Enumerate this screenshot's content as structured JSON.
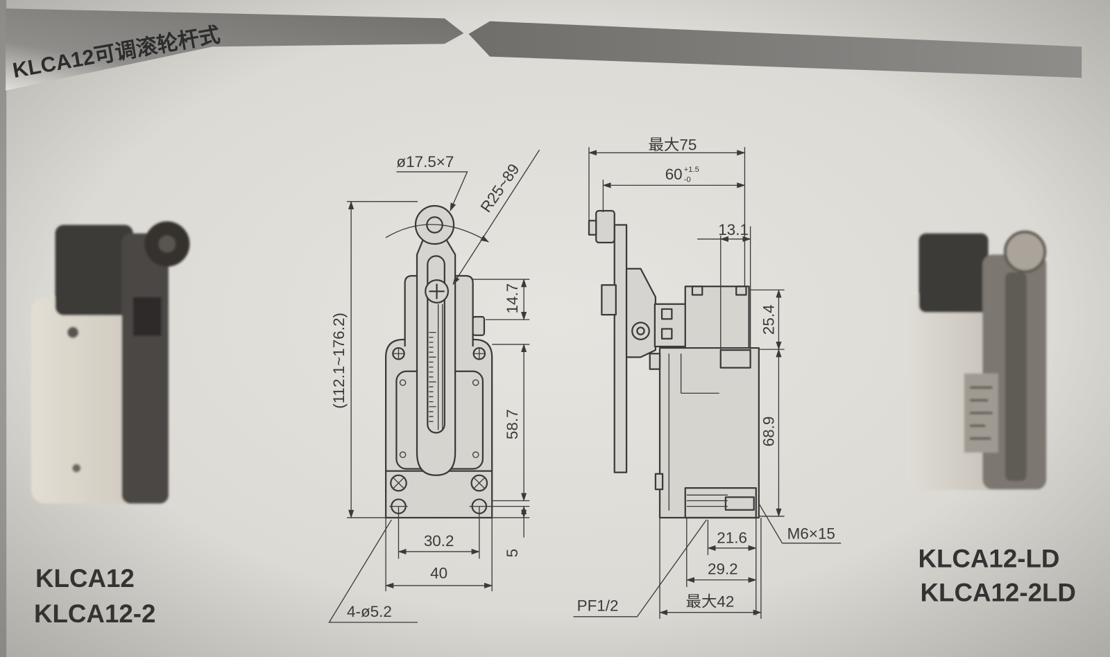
{
  "colors": {
    "paper": "#dcdad4",
    "ink": "#3a3a3a",
    "band": "#8e8d8a",
    "photo_dark": "#3d3a37",
    "photo_body": "#cdc8bd"
  },
  "header": {
    "title": "KLCA12可调滚轮杆式"
  },
  "left_product": {
    "model_1": "KLCA12",
    "model_2": "KLCA12-2"
  },
  "right_product": {
    "model_1": "KLCA12-LD",
    "model_2": "KLCA12-2LD"
  },
  "front_view": {
    "roller_size": "ø17.5×7",
    "lever_radius": "R25~89",
    "overall_height": "(112.1~176.2)",
    "head_height": "14.7",
    "body_height": "58.7",
    "base_height": "5",
    "hole_pitch": "30.2",
    "width": "40",
    "mounting_holes": "4-ø5.2"
  },
  "side_view": {
    "max_depth": "最大75",
    "lever_offset": "60",
    "lever_offset_tol_upper": "+1.5",
    "lever_offset_tol_lower": "-0",
    "head_offset": "13.1",
    "head_height": "25.4",
    "body_height": "68.9",
    "port_offset": "21.6",
    "port_depth": "29.2",
    "max_width": "最大42",
    "mount_thread": "M6×15",
    "conduit_thread": "PF1/2"
  }
}
